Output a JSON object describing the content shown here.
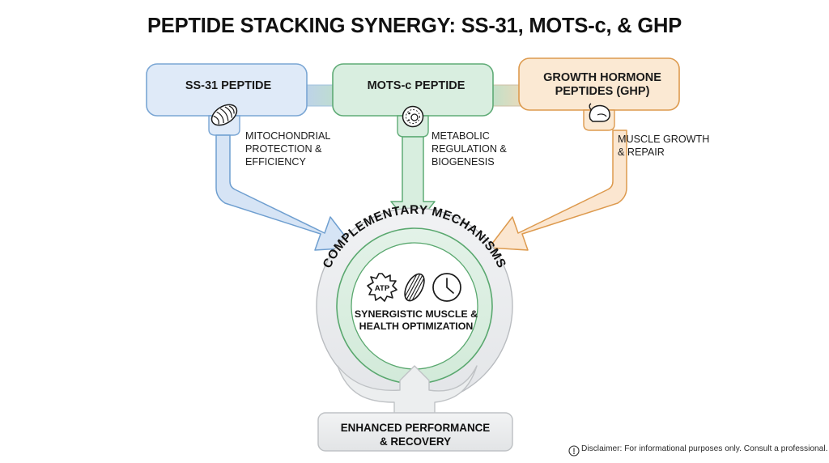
{
  "page": {
    "title": "PEPTIDE STACKING SYNERGY: SS-31, MOTS-c, & GHP",
    "background": "#ffffff"
  },
  "nodes": [
    {
      "id": "ss31",
      "label": "SS-31 PEPTIDE",
      "icon": "mitochondrion-icon",
      "fill": "#dfeaf8",
      "stroke": "#7aa6d4",
      "caption": "MITOCHONDRIAL\nPROTECTION &\nEFFICIENCY",
      "arrow_color_fill": "#d6e4f5",
      "arrow_color_stroke": "#6f9fd0"
    },
    {
      "id": "motsc",
      "label": "MOTS-c PEPTIDE",
      "icon": "cell-icon",
      "fill": "#d9eee0",
      "stroke": "#5fab76",
      "caption": "METABOLIC\nREGULATION &\nBIOGENESIS",
      "arrow_color_fill": "#d8eedf",
      "arrow_color_stroke": "#5fab76"
    },
    {
      "id": "ghp",
      "label": "GROWTH HORMONE\nPEPTIDES (GHP)",
      "icon": "bicep-icon",
      "fill": "#fbe9d3",
      "stroke": "#dd9a4e",
      "caption": "MUSCLE GROWTH\n& REPAIR",
      "arrow_color_fill": "#fbe6d0",
      "arrow_color_stroke": "#dd9a4e"
    }
  ],
  "hub": {
    "ring_text": "COMPLEMENTARY MECHANISMS",
    "ring_fill": "#eceef0",
    "ring_stroke": "#b9bcc0",
    "inner_ring_fill": "#dff0e4",
    "inner_ring_stroke": "#5aa86f",
    "core_fill": "#ffffff",
    "center_text": "SYNERGISTIC MUSCLE &\nHEALTH OPTIMIZATION",
    "icons": [
      {
        "name": "atp-icon",
        "label": "ATP"
      },
      {
        "name": "muscle-fiber-icon",
        "label": ""
      },
      {
        "name": "clock-icon",
        "label": ""
      }
    ]
  },
  "outcome": {
    "label": "ENHANCED PERFORMANCE\n& RECOVERY",
    "fill": "#eceeef",
    "stroke": "#bfc2c5",
    "arrow_fill": "#eceeef",
    "arrow_stroke": "#bfc2c5"
  },
  "footer": {
    "icon": "info-exclamation-icon",
    "disclaimer": "Disclaimer: For informational purposes only. Consult a professional."
  }
}
